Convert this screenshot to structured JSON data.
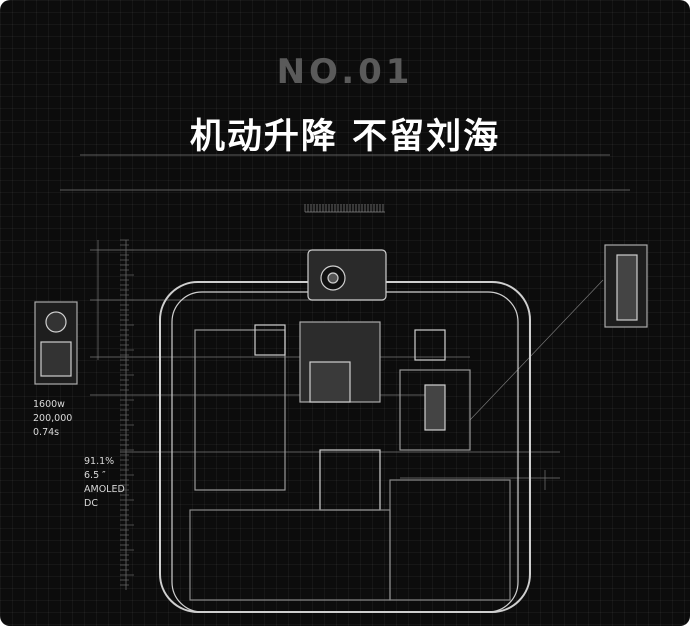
{
  "badge": "NO.01",
  "headline": "机动升降 不留刘海",
  "camera_specs": [
    "1600w",
    "200,000",
    "0.74s"
  ],
  "screen_specs": [
    "91.1%",
    "6.5 ″",
    "AMOLED",
    "DC"
  ],
  "colors": {
    "background": "#0c0c0c",
    "line": "#cfcfcf",
    "badge": "#5a5a5a"
  }
}
